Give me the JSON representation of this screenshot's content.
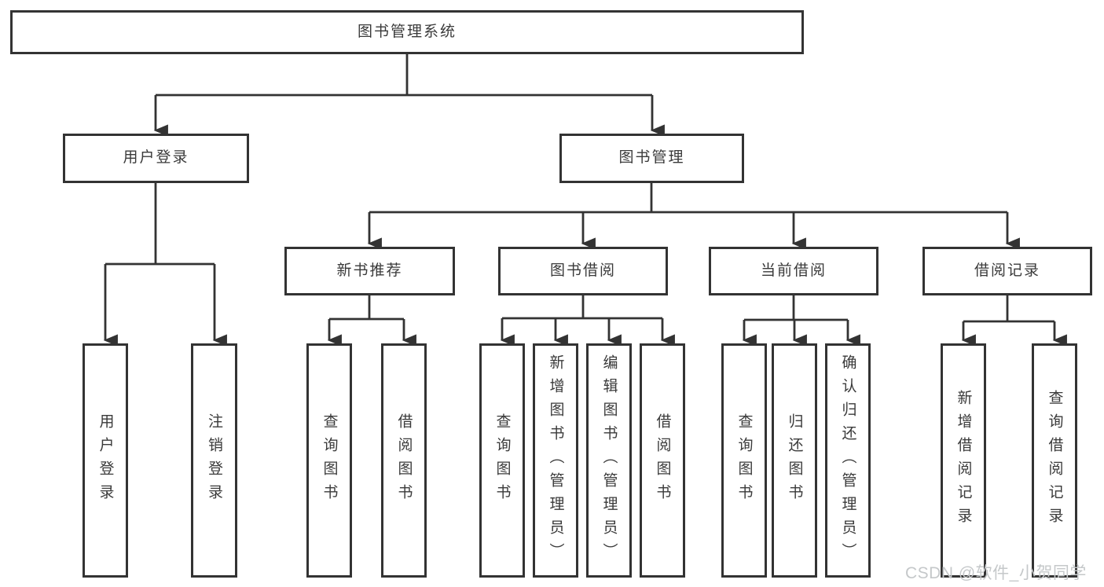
{
  "diagram": {
    "root": {
      "label": "图书管理系统",
      "children": [
        {
          "label": "用户登录",
          "children": [
            {
              "label": "用户登录"
            },
            {
              "label": "注销登录"
            }
          ]
        },
        {
          "label": "图书管理",
          "children": [
            {
              "label": "新书推荐",
              "children": [
                {
                  "label": "查询图书"
                },
                {
                  "label": "借阅图书"
                }
              ]
            },
            {
              "label": "图书借阅",
              "children": [
                {
                  "label": "查询图书"
                },
                {
                  "label": "新增图书（管理员）"
                },
                {
                  "label": "编辑图书（管理员）"
                },
                {
                  "label": "借阅图书"
                }
              ]
            },
            {
              "label": "当前借阅",
              "children": [
                {
                  "label": "查询图书"
                },
                {
                  "label": "归还图书"
                },
                {
                  "label": "确认归还（管理员）"
                }
              ]
            },
            {
              "label": "借阅记录",
              "children": [
                {
                  "label": "新增借阅记录"
                },
                {
                  "label": "查询借阅记录"
                }
              ]
            }
          ]
        }
      ]
    }
  },
  "watermark": {
    "text": "CSDN @软件_小贺同学"
  },
  "colors": {
    "line": "#333333",
    "box_border": "#333333",
    "text": "#3a3a3a",
    "background": "#ffffff",
    "watermark": "#c5c8ca"
  }
}
